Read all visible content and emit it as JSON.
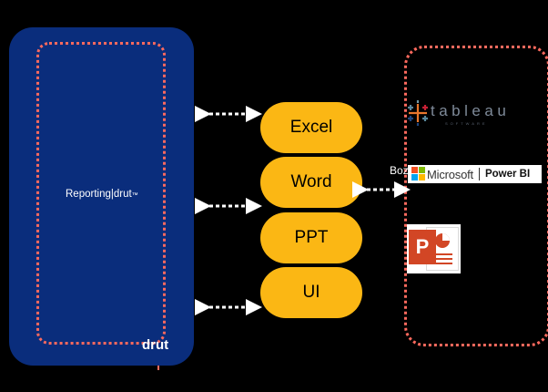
{
  "left_panel": {
    "label": "Reporting|drut",
    "label_tm": "™",
    "brand": "drut"
  },
  "pills": [
    "Excel",
    "Word",
    "PPT",
    "UI"
  ],
  "right_panel": {
    "tableau_word": "tableau",
    "tableau_sub": "SOFTWARE",
    "powerbi_prefix_text": "Boz",
    "powerbi_microsoft": "Microsoft",
    "powerbi_name": "Power BI",
    "ppt_letter": "P"
  },
  "colors": {
    "background": "#000000",
    "left_panel": "#0a2d7c",
    "dotted_border": "#ff6a5e",
    "pill": "#fbb714",
    "ppt_orange": "#d24625"
  },
  "icons": [
    "double-arrow-icon",
    "tableau-logo-icon",
    "microsoft-logo-icon",
    "powerpoint-icon"
  ]
}
